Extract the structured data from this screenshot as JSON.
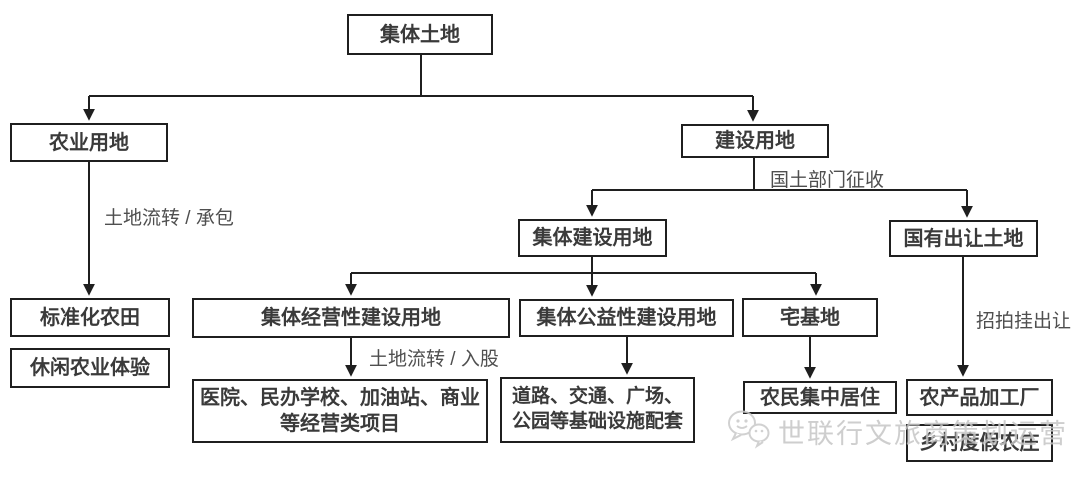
{
  "diagram": {
    "nodes": {
      "collective_land": "集体土地",
      "agricultural_land": "农业用地",
      "construction_land": "建设用地",
      "standardized_farmland": "标准化农田",
      "leisure_agriculture": "休闲农业体验",
      "collective_construction_land": "集体建设用地",
      "state_granted_land": "国有出让土地",
      "collective_operational_land": "集体经营性建设用地",
      "collective_public_land": "集体公益性建设用地",
      "homestead": "宅基地",
      "operational_projects": "医院、民办学校、加油站、商业\n等经营类项目",
      "infrastructure": "道路、交通、广场、\n公园等基础设施配套",
      "farmer_housing": "农民集中居住",
      "agri_processing": "农产品加工厂",
      "rural_resort": "乡村度假农庄"
    },
    "edge_labels": {
      "transfer_contract": "土地流转 / 承包",
      "expropriation": "国土部门征收",
      "transfer_shares": "土地流转 / 入股",
      "bid_auction": "招拍挂出让"
    },
    "watermark": "世联行文旅商策划运营",
    "colors": {
      "background": "#ffffff",
      "box_border": "#1f1f1f",
      "box_fill": "#ffffff",
      "box_text": "#3a3a3a",
      "edge_line": "#1f1f1f",
      "edge_label_text": "#4f4f4f",
      "watermark_gray": "#c6c6c6"
    }
  }
}
